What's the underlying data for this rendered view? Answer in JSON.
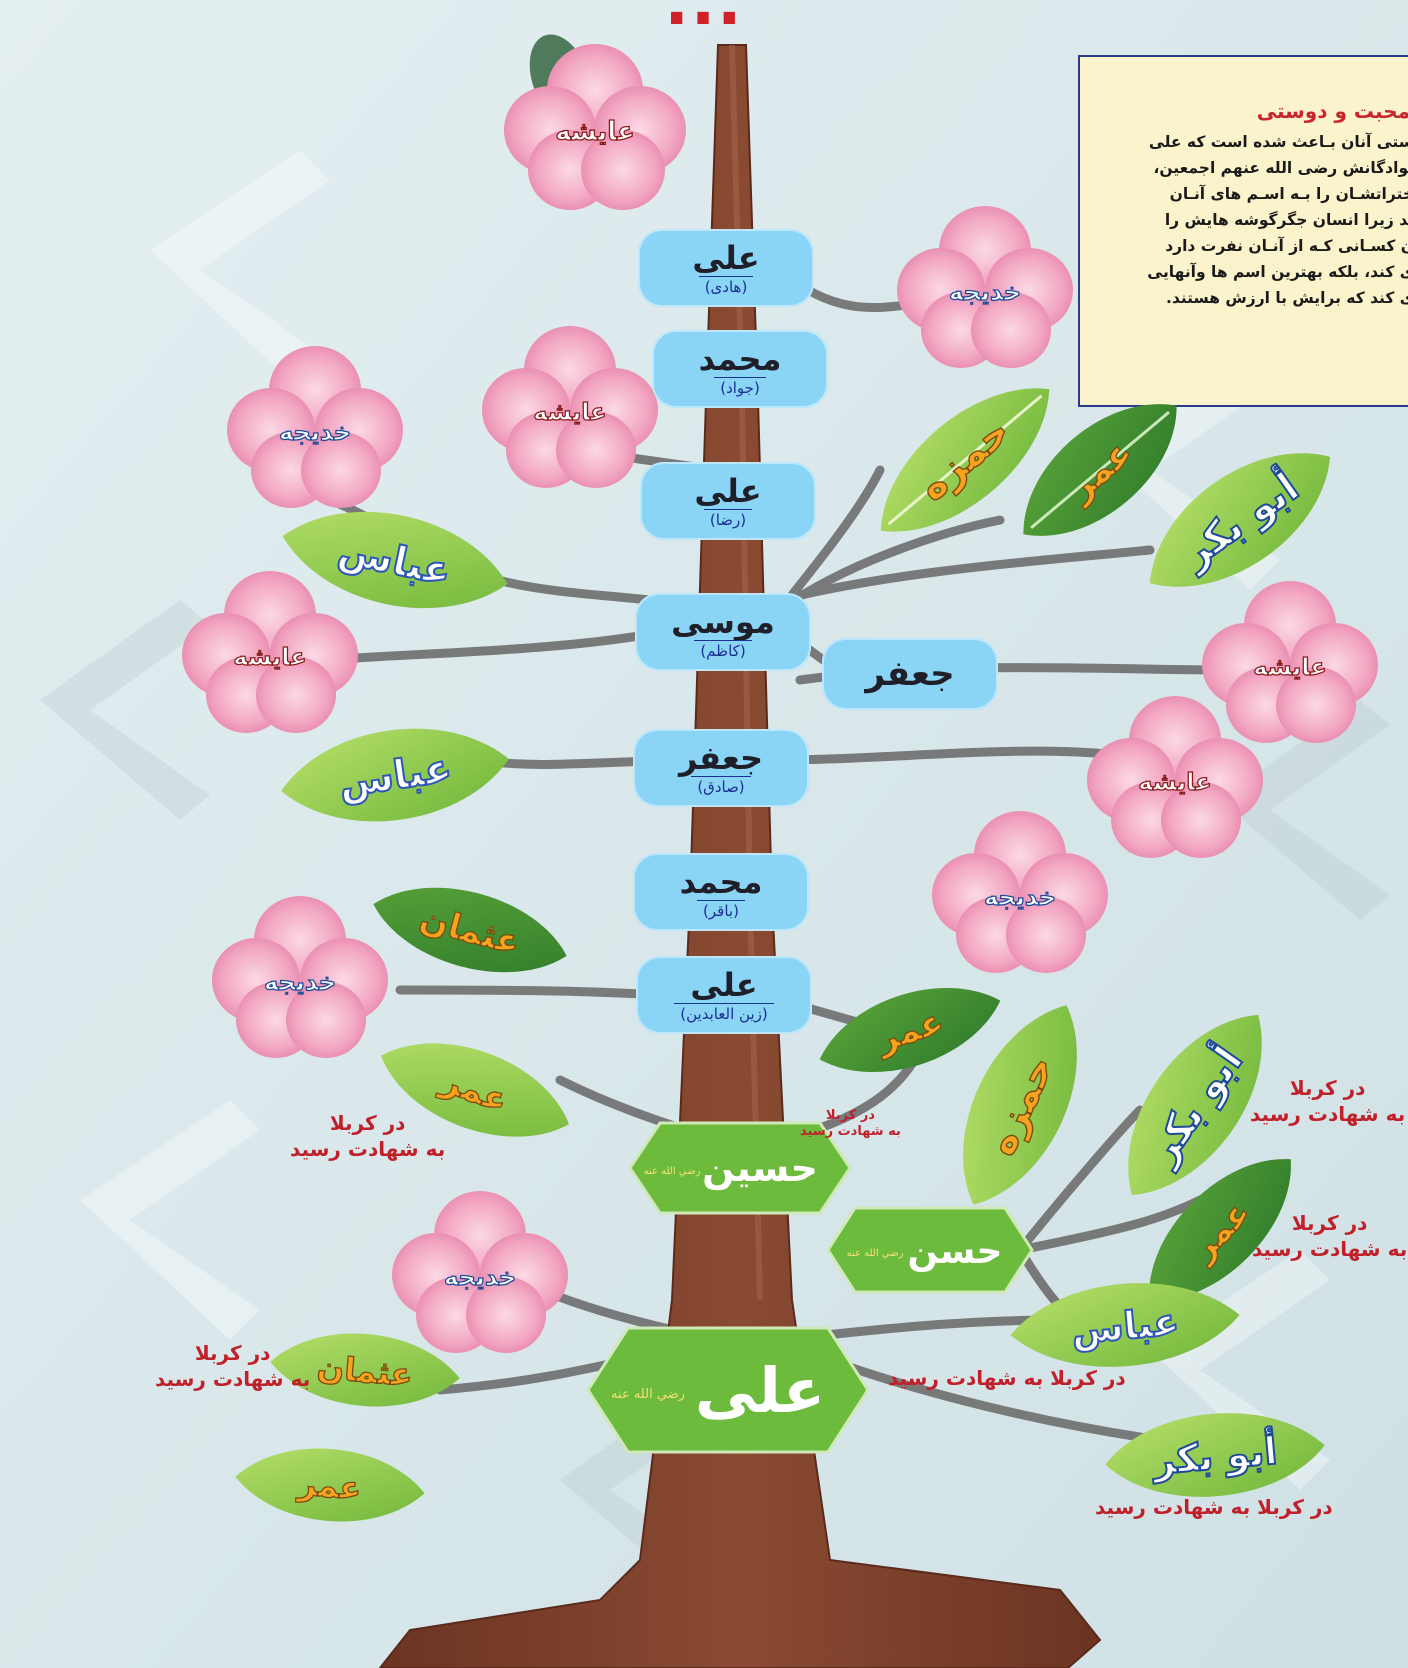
{
  "title": "...",
  "info_box": {
    "heading": "محبت و دوستی",
    "lines": [
      "ستی آنان بـاعث شده است که علی",
      "نوادگانش رضی الله عنهم اجمعین،",
      "ختراتشـان را بـه اسـم های آنـان",
      "ند زیرا انسان جگرگوشه هایش را",
      "ن کسـانی کـه از آنـان نفرت دارد",
      "ی کند، بلکه بهترین اسم ها وآنهایی",
      "ی کند که برایش با ارزش هستند."
    ]
  },
  "imams": [
    {
      "name": "علی",
      "title": "(هادی)"
    },
    {
      "name": "محمد",
      "title": "(جواد)"
    },
    {
      "name": "علی",
      "title": "(رضا)"
    },
    {
      "name": "موسی",
      "title": "(کاظم)"
    },
    {
      "name": "جعفر",
      "title": "(صادق)"
    },
    {
      "name": "محمد",
      "title": "(باقر)"
    },
    {
      "name": "علی",
      "title": "(زین العابدین)"
    }
  ],
  "jafar_brother": {
    "name": "جعفر"
  },
  "hexagons": {
    "hussein": "حسین",
    "hasan": "حسن",
    "ali": "علی",
    "honorific_ali": "رضي الله عنه",
    "honorific_short": "رضي الله عنه"
  },
  "flowers": [
    {
      "name": "عایشه"
    },
    {
      "name": "خدیجه"
    },
    {
      "name": "خدیجه"
    },
    {
      "name": "عایشه"
    },
    {
      "name": "عایشه"
    },
    {
      "name": "عایشه"
    },
    {
      "name": "عایشه"
    },
    {
      "name": "خدیجه"
    },
    {
      "name": "خدیجه"
    },
    {
      "name": "خدیجه"
    }
  ],
  "leaves": [
    {
      "name": "حمزه"
    },
    {
      "name": "عمر"
    },
    {
      "name": "أبو بكر"
    },
    {
      "name": "عباس"
    },
    {
      "name": "عباس"
    },
    {
      "name": "عثمان"
    },
    {
      "name": "عمر"
    },
    {
      "name": "عمر"
    },
    {
      "name": "حمزه"
    },
    {
      "name": "أبو بكر"
    },
    {
      "name": "عمر"
    },
    {
      "name": "عباس"
    },
    {
      "name": "عثمان"
    },
    {
      "name": "أبو بكر"
    },
    {
      "name": "عمر"
    }
  ],
  "notes": {
    "karbala_line1": "در کربلا",
    "karbala_line2": "به شهادت رسید",
    "karbala_full": "در کربلا به شهادت رسید"
  },
  "colors": {
    "trunk": "#7a3e2a",
    "pill": "#8ad4f6",
    "hexagon": "#6cbb3c",
    "note_red": "#c0202a",
    "title_red": "#d0202a",
    "leaf_green": "#9bd24a",
    "flower_pink": "#f2a7c3"
  }
}
